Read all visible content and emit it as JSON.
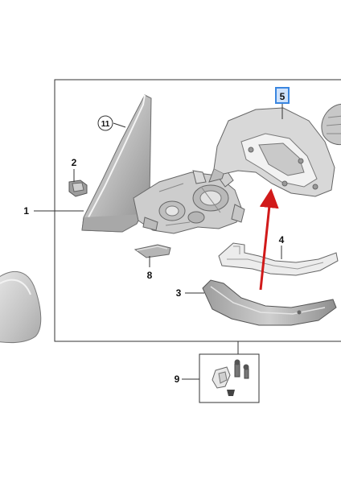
{
  "diagram": {
    "colors": {
      "line": "#333333",
      "part_fill": "#d4d4d4",
      "part_dark": "#9a9a9a",
      "part_light": "#ececec",
      "highlight_border": "#3a86e0",
      "highlight_fill": "#cfe2fb",
      "arrow": "#d11a1a"
    },
    "callouts": {
      "c1": "1",
      "c2": "2",
      "c3": "3",
      "c4": "4",
      "c5": "5",
      "c8": "8",
      "c9": "9",
      "c11": "11"
    },
    "highlighted_part": "5",
    "icons": [
      "arrow-up-icon"
    ]
  }
}
